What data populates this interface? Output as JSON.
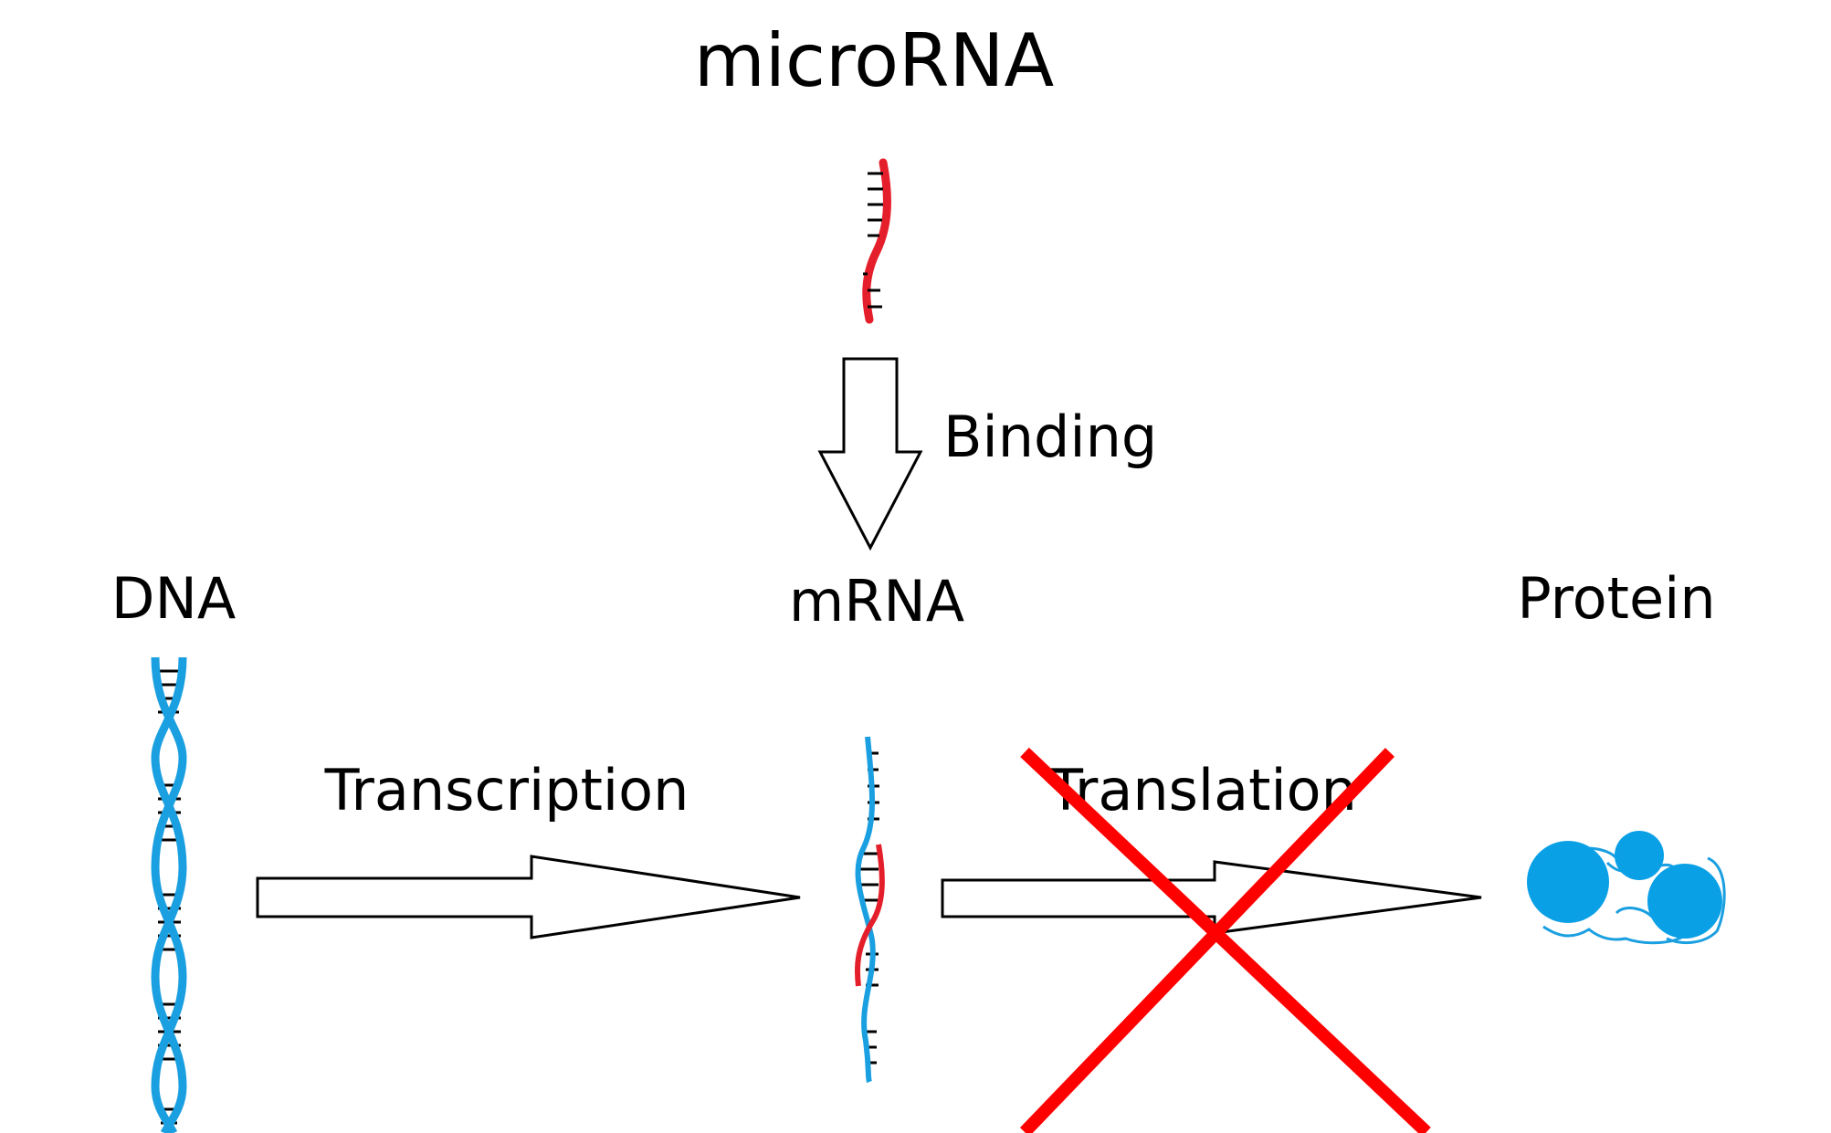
{
  "labels": {
    "microrna": "microRNA",
    "binding": "Binding",
    "dna": "DNA",
    "mrna": "mRNA",
    "protein": "Protein",
    "transcription": "Transcription",
    "translation": "Translation"
  },
  "colors": {
    "dna_strand": "#1a9fe0",
    "microrna_strand": "#e41f2b",
    "cross": "#ff0000",
    "protein": "#0aa0e6",
    "arrow_outline": "#000000"
  },
  "icons": {
    "microrna": "rna-strand-icon",
    "dna": "double-helix-icon",
    "mrna": "mrna-with-bound-microrna-icon",
    "protein": "protein-globule-icon",
    "blocked": "cross-mark-icon"
  }
}
